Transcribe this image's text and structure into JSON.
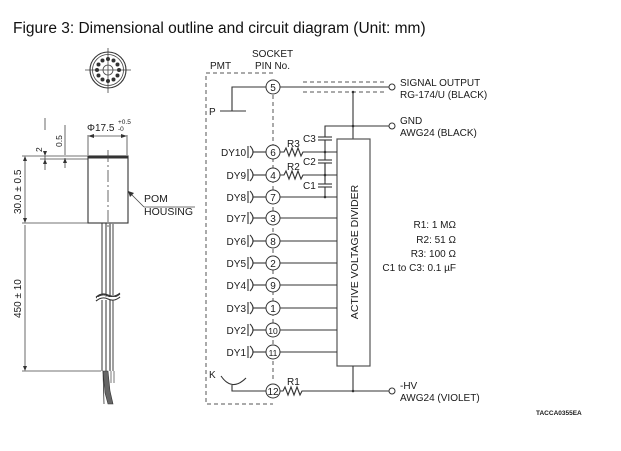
{
  "title": "Figure 3: Dimensional outline and circuit diagram (Unit: mm)",
  "outline": {
    "diameter_label": "Φ17.5",
    "diameter_tol_plus": "+0.5",
    "diameter_tol_minus": "-0",
    "dim_2": "2",
    "dim_05": "0.5",
    "height_label": "30.0 ± 0.5",
    "lead_length_label": "450 ± 10",
    "housing_label_1": "POM",
    "housing_label_2": "HOUSING"
  },
  "circuit": {
    "pmt_label": "PMT",
    "socket_label_1": "SOCKET",
    "socket_label_2": "PIN No.",
    "anode_label": "P",
    "cathode_label": "K",
    "anode_pin": "5",
    "cathode_pin": "12",
    "dynodes": [
      {
        "name": "DY10",
        "pin": "6"
      },
      {
        "name": "DY9",
        "pin": "4"
      },
      {
        "name": "DY8",
        "pin": "7"
      },
      {
        "name": "DY7",
        "pin": "3"
      },
      {
        "name": "DY6",
        "pin": "8"
      },
      {
        "name": "DY5",
        "pin": "2"
      },
      {
        "name": "DY4",
        "pin": "9"
      },
      {
        "name": "DY3",
        "pin": "1"
      },
      {
        "name": "DY2",
        "pin": "10"
      },
      {
        "name": "DY1",
        "pin": "11"
      }
    ],
    "components": {
      "r1": "R1",
      "r2": "R2",
      "r3": "R3",
      "c1": "C1",
      "c2": "C2",
      "c3": "C3"
    },
    "divider_label": "ACTIVE VOLTAGE DIVIDER",
    "outputs": {
      "signal_1": "SIGNAL OUTPUT",
      "signal_2": "RG-174/U (BLACK)",
      "gnd_1": "GND",
      "gnd_2": "AWG24 (BLACK)",
      "hv_1": "-HV",
      "hv_2": "AWG24 (VIOLET)"
    },
    "values": [
      "R1: 1 MΩ",
      "R2: 51 Ω",
      "R3: 100 Ω",
      "C1 to C3: 0.1 µF"
    ]
  },
  "drawing_code": "TACCA0355EA"
}
